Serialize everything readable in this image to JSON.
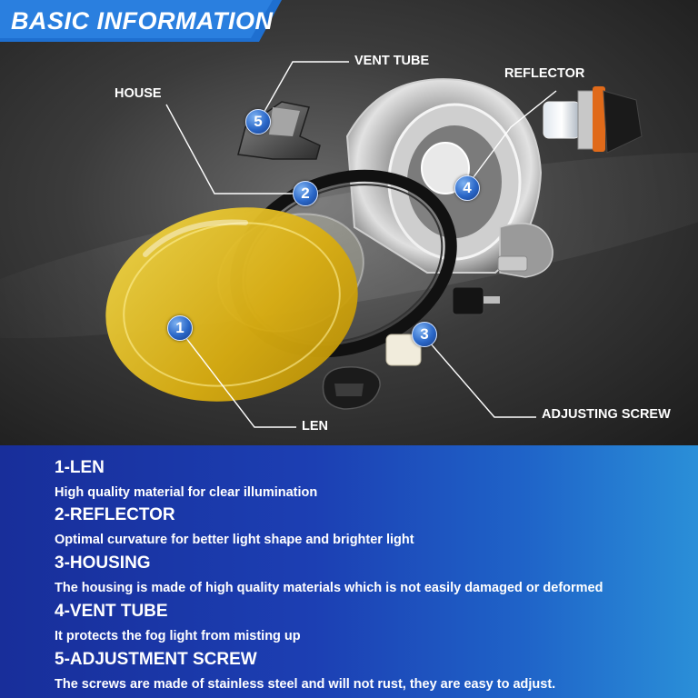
{
  "banner": {
    "title": "BASIC INFORMATION"
  },
  "callouts": {
    "vent_tube": "VENT TUBE",
    "reflector": "REFLECTOR",
    "house": "HOUSE",
    "adjusting_screw": "ADJUSTING SCREW",
    "len": "LEN"
  },
  "markers": {
    "m1": "1",
    "m2": "2",
    "m3": "3",
    "m4": "4",
    "m5": "5"
  },
  "features": [
    {
      "title": "1-LEN",
      "description": "High quality material for clear illumination"
    },
    {
      "title": "2-REFLECTOR",
      "description": "Optimal curvature for better light shape and brighter light"
    },
    {
      "title": "3-HOUSING",
      "description": "The housing is made of high quality materials which is not easily damaged or deformed"
    },
    {
      "title": "4-VENT TUBE",
      "description": "It protects the fog light from misting up"
    },
    {
      "title": "5-ADJUSTMENT SCREW",
      "description": "The screws are made of stainless steel and will not rust, they are easy to adjust."
    }
  ],
  "colors": {
    "banner_blue": "#1e6fd0",
    "lens_yellow": "#e8c21a",
    "marker_blue": "#2a67c8",
    "panel_left": "#182e9a",
    "panel_right": "#2a8fd8"
  },
  "icons": [
    "fog-light-lens",
    "housing-gasket",
    "vent-tube",
    "reflector",
    "h11-bulb",
    "adjusting-screw",
    "connector-plug"
  ]
}
